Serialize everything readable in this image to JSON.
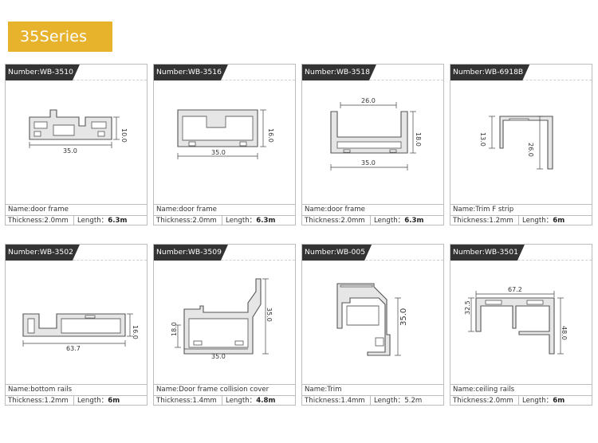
{
  "series": {
    "title": "35Series"
  },
  "labels": {
    "thickness": "Thickness:",
    "length": "Length："
  },
  "products": [
    {
      "number": "Number:WB-3510",
      "name": "Name:door frame",
      "thickness": "2.0mm",
      "length": "6.3m",
      "dims": [
        "10.0",
        "35.0"
      ]
    },
    {
      "number": "Number:WB-3516",
      "name": "Name:door frame",
      "thickness": "2.0mm",
      "length": "6.3m",
      "dims": [
        "16.0",
        "35.0"
      ]
    },
    {
      "number": "Number:WB-3518",
      "name": "Name:door frame",
      "thickness": "2.0mm",
      "length": "6.3m",
      "dims": [
        "26.0",
        "18.0",
        "35.0"
      ]
    },
    {
      "number": "Number:WB-6918B",
      "name": "Name:Trim F strip",
      "thickness": "1.2mm",
      "length": "6m",
      "dims": [
        "13.0",
        "26.0"
      ]
    },
    {
      "number": "Number:WB-3502",
      "name": "Name:bottom rails",
      "thickness": "1.2mm",
      "length": "6m",
      "dims": [
        "16.0",
        "63.7"
      ]
    },
    {
      "number": "Number:WB-3509",
      "name": "Name:Door frame collision cover",
      "thickness": "1.4mm",
      "length": "4.8m",
      "dims": [
        "18.0",
        "35.0",
        "35.0"
      ]
    },
    {
      "number": "Number:WB-005",
      "name": "Name:Trim",
      "thickness": "1.4mm",
      "length": "5.2m",
      "dims": [
        "35.0"
      ]
    },
    {
      "number": "Number:WB-3501",
      "name": "Name:ceiling rails",
      "thickness": "2.0mm",
      "length": "6m",
      "dims": [
        "67.2",
        "32.5",
        "48.0"
      ]
    }
  ]
}
